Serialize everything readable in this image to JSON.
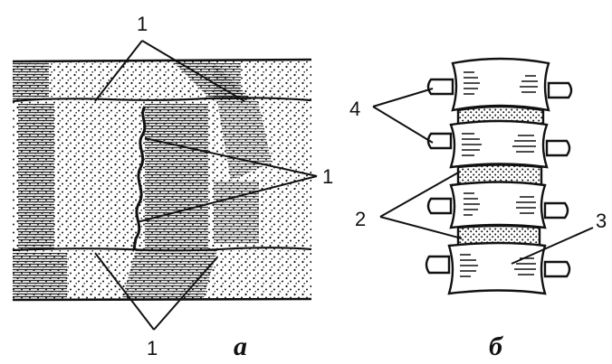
{
  "figure": {
    "panels": [
      {
        "id": "a",
        "letter": "а"
      },
      {
        "id": "b",
        "letter": "б"
      }
    ],
    "labels": {
      "panel_a_top": "1",
      "panel_a_right": "1",
      "panel_a_bottom": "1",
      "panel_b_cartilage": "2",
      "panel_b_body": "3",
      "panel_b_process": "4"
    },
    "colors": {
      "ink": "#111111",
      "paper": "#ffffff",
      "disc_fill": "#dddddd"
    }
  }
}
